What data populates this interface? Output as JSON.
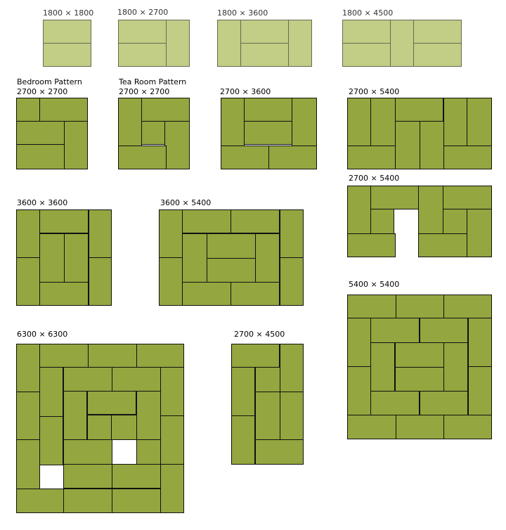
{
  "layouts": [
    {
      "name": "",
      "size": "1800 × 1800"
    },
    {
      "name": "",
      "size": "1800 × 2700"
    },
    {
      "name": "",
      "size": "1800 × 3600"
    },
    {
      "name": "",
      "size": "1800 × 4500"
    },
    {
      "name": "Bedroom Pattern",
      "size": "2700 × 2700"
    },
    {
      "name": "Tea Room Pattern",
      "size": "2700 × 2700"
    },
    {
      "name": "",
      "size": "2700 × 3600"
    },
    {
      "name": "",
      "size": "2700 × 5400"
    },
    {
      "name": "",
      "size": "2700 × 5400"
    },
    {
      "name": "",
      "size": "3600 × 3600"
    },
    {
      "name": "",
      "size": "3600 × 5400"
    },
    {
      "name": "",
      "size": "5400 × 5400"
    },
    {
      "name": "",
      "size": "6300 × 6300"
    },
    {
      "name": "",
      "size": "2700 × 4500"
    }
  ],
  "colors": {
    "mat_full": "#93a63f",
    "mat_half": "#c2cd85",
    "mat_line": "#111111"
  }
}
